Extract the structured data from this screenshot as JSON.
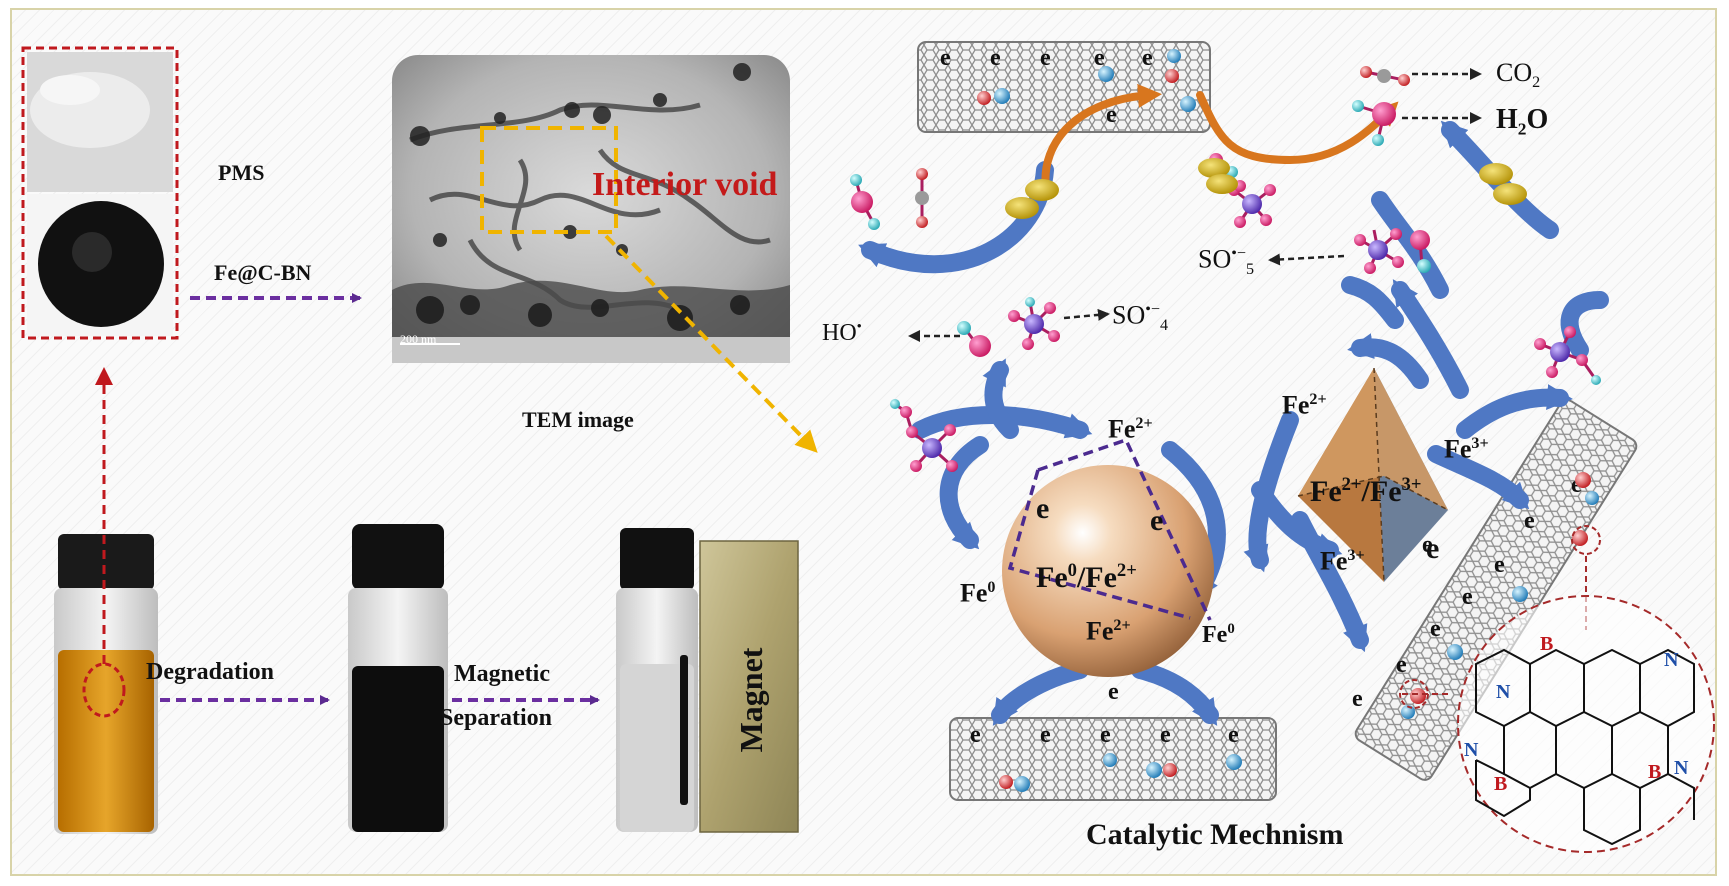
{
  "labels": {
    "pms": "PMS",
    "fe_c_bn": "Fe@C-BN",
    "interior_void": "Interior void",
    "scale_bar": "200 nm",
    "tem_image": "TEM image",
    "degradation": "Degradation",
    "magnetic_separation_line1": "Magnetic",
    "magnetic_separation_line2": "Separation",
    "magnet": "Magnet",
    "catalytic_mechanism": "Catalytic Mechnism",
    "co2": "CO",
    "co2_sub": "2",
    "h2o_h": "H",
    "h2o_sub": "2",
    "h2o_o": "O",
    "so5": "SO",
    "so5_sup": "•−",
    "so5_sub": "5",
    "so4": "SO",
    "so4_sup": "•−",
    "so4_sub": "4",
    "ho": "HO",
    "ho_sup": "•",
    "fe2_top": "Fe",
    "fe2_top_sup": "2+",
    "fe0_left": "Fe",
    "fe0_left_sup": "0",
    "fe0_fe2": "Fe",
    "fe0_fe2_sup1": "0",
    "fe0_fe2_mid": "/Fe",
    "fe0_fe2_sup2": "2+",
    "fe2_bottom": "Fe",
    "fe2_bottom_sup": "2+",
    "fe0_right": "Fe",
    "fe0_right_sup": "0",
    "fe2_oct": "Fe",
    "fe2_oct_sup": "2+",
    "fe3_oct": "Fe",
    "fe3_oct_sup": "3+",
    "fe2fe3": "Fe",
    "fe2fe3_sup1": "2+",
    "fe2fe3_mid": "/Fe",
    "fe2fe3_sup2": "3+",
    "fe3_bottom": "Fe",
    "fe3_bottom_sup": "3+",
    "electron": "e",
    "atom_b": "B",
    "atom_n": "N"
  },
  "colors": {
    "arrow_blue": "#4f78c4",
    "arrow_orange": "#d8761e",
    "dash_purple": "#6b2fa0",
    "dash_red": "#c0191e",
    "dash_yellow": "#f0b400",
    "interior_void_red": "#c41a1a",
    "nanotube_grey": "#8a8a8a",
    "sphere": "#e6b98b",
    "octahedron": "#c98c55",
    "sulfur_purple": "#6a3db8",
    "oxygen_pink": "#d6287a",
    "water_cyan": "#3fc1c9",
    "solution_amber": "#d8920c"
  },
  "icons": [
    "tem-micrograph",
    "pms-powder-photo",
    "catalyst-powder-photo",
    "vial-photo",
    "magnet-block",
    "carbon-nanotube",
    "fe-sphere",
    "fe-octahedron",
    "pms-molecule",
    "bn-lattice"
  ]
}
